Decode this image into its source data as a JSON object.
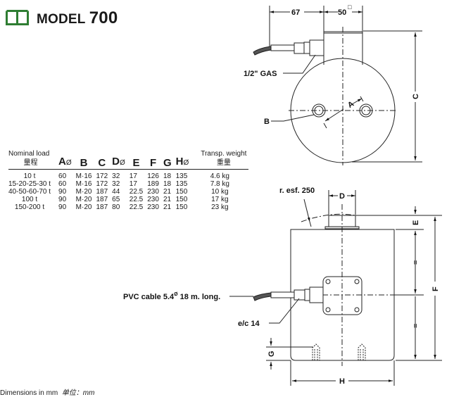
{
  "header": {
    "model_prefix": "MODEL",
    "model_number": "700",
    "brand_color": "#2e7d32"
  },
  "table": {
    "nominal_load_label": "Nominal load",
    "nominal_load_label_cn": "量程",
    "weight_label": "Transp. weight",
    "weight_label_cn": "重量",
    "columns": [
      {
        "letter": "A",
        "suffix": "Ø"
      },
      {
        "letter": "B",
        "suffix": ""
      },
      {
        "letter": "C",
        "suffix": ""
      },
      {
        "letter": "D",
        "suffix": "Ø"
      },
      {
        "letter": "E",
        "suffix": ""
      },
      {
        "letter": "F",
        "suffix": ""
      },
      {
        "letter": "G",
        "suffix": ""
      },
      {
        "letter": "H",
        "suffix": "Ø"
      }
    ],
    "rows": [
      {
        "load": "10 t",
        "values": [
          "60",
          "M·16",
          "172",
          "32",
          "17",
          "126",
          "18",
          "135"
        ],
        "weight": "4.6 kg"
      },
      {
        "load": "15-20-25-30 t",
        "values": [
          "60",
          "M·16",
          "172",
          "32",
          "17",
          "189",
          "18",
          "135"
        ],
        "weight": "7.8 kg"
      },
      {
        "load": "40-50-60-70 t",
        "values": [
          "90",
          "M·20",
          "187",
          "44",
          "22.5",
          "230",
          "21",
          "150"
        ],
        "weight": "10 kg"
      },
      {
        "load": "100 t",
        "values": [
          "90",
          "M·20",
          "187",
          "65",
          "22.5",
          "230",
          "21",
          "150"
        ],
        "weight": "17 kg"
      },
      {
        "load": "150-200 t",
        "values": [
          "90",
          "M·20",
          "187",
          "80",
          "22.5",
          "230",
          "21",
          "150"
        ],
        "weight": "23 kg"
      }
    ]
  },
  "drawing": {
    "top_view": {
      "dim_cable": "67",
      "dim_block": "50",
      "dim_block_symbol": "□",
      "gas_label": "1/2\" GAS",
      "label_a": "A",
      "label_b": "B",
      "label_c": "C"
    },
    "side_view": {
      "sphere_label": "r. esf. 250",
      "label_d": "D",
      "label_e": "E",
      "label_f": "F",
      "label_g": "G",
      "label_h": "H",
      "equal_mark": "=",
      "cable_label": "PVC cable 5.4",
      "cable_label_sup": "Ø",
      "cable_label_tail": " 18 m. long.",
      "wrench_label": "e/c 14"
    }
  },
  "footer": {
    "units": "Dimensions in mm",
    "units_cn": "单位：mm"
  }
}
